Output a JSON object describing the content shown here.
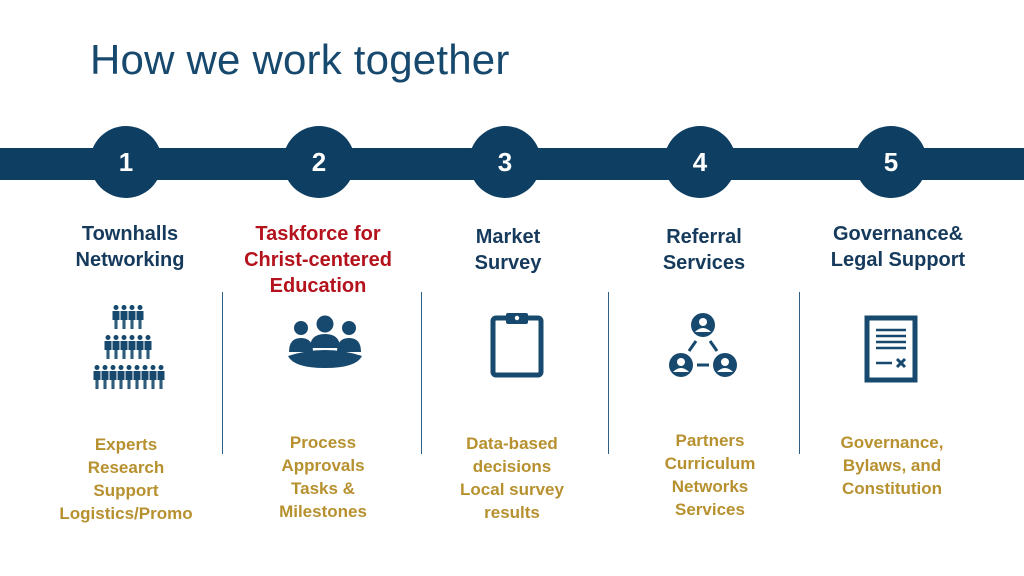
{
  "title": "How we work together",
  "colors": {
    "navy": "#0e3e62",
    "heading_red": "#b4121c",
    "gold": "#b7912f"
  },
  "steps": [
    {
      "number": "1",
      "heading": [
        "Townhalls",
        "Networking"
      ],
      "icon": "people-pyramid-icon",
      "items": [
        "Experts",
        "Research",
        "Support",
        "Logistics/Promo"
      ]
    },
    {
      "number": "2",
      "heading": [
        "Taskforce for",
        "Christ-centered",
        "Education"
      ],
      "icon": "meeting-table-icon",
      "items": [
        "Process",
        "Approvals",
        "Tasks &",
        "Milestones"
      ]
    },
    {
      "number": "3",
      "heading": [
        "Market",
        "Survey"
      ],
      "icon": "clipboard-icon",
      "items": [
        "Data-based",
        "decisions",
        "Local survey",
        "results"
      ]
    },
    {
      "number": "4",
      "heading": [
        "Referral",
        "Services"
      ],
      "icon": "referral-network-icon",
      "items": [
        "Partners",
        "Curriculum",
        "Networks",
        "Services"
      ]
    },
    {
      "number": "5",
      "heading": [
        "Governance&",
        "Legal Support"
      ],
      "icon": "legal-document-icon",
      "items": [
        "Governance,",
        "Bylaws, and",
        "Constitution"
      ]
    }
  ]
}
